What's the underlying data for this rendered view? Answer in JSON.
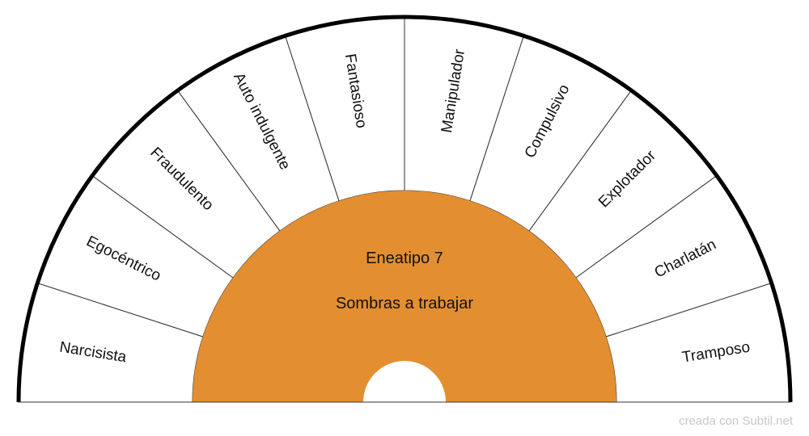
{
  "wheel": {
    "segments": [
      "Narcisista",
      "Egocéntrico",
      "Fraudulento",
      "Auto indulgente",
      "Fantasioso",
      "Manipulador",
      "Compulsivo",
      "Explotador",
      "Charlatán",
      "Tramposo"
    ],
    "center": {
      "title": "Eneatipo 7",
      "subtitle": "Sombras a trabajar"
    },
    "colors": {
      "center_fill": "#E38F31",
      "outer_arc": "#000000",
      "segment_fill": "#ffffff"
    }
  },
  "footer": {
    "credit": "creada con Subtil.net"
  }
}
